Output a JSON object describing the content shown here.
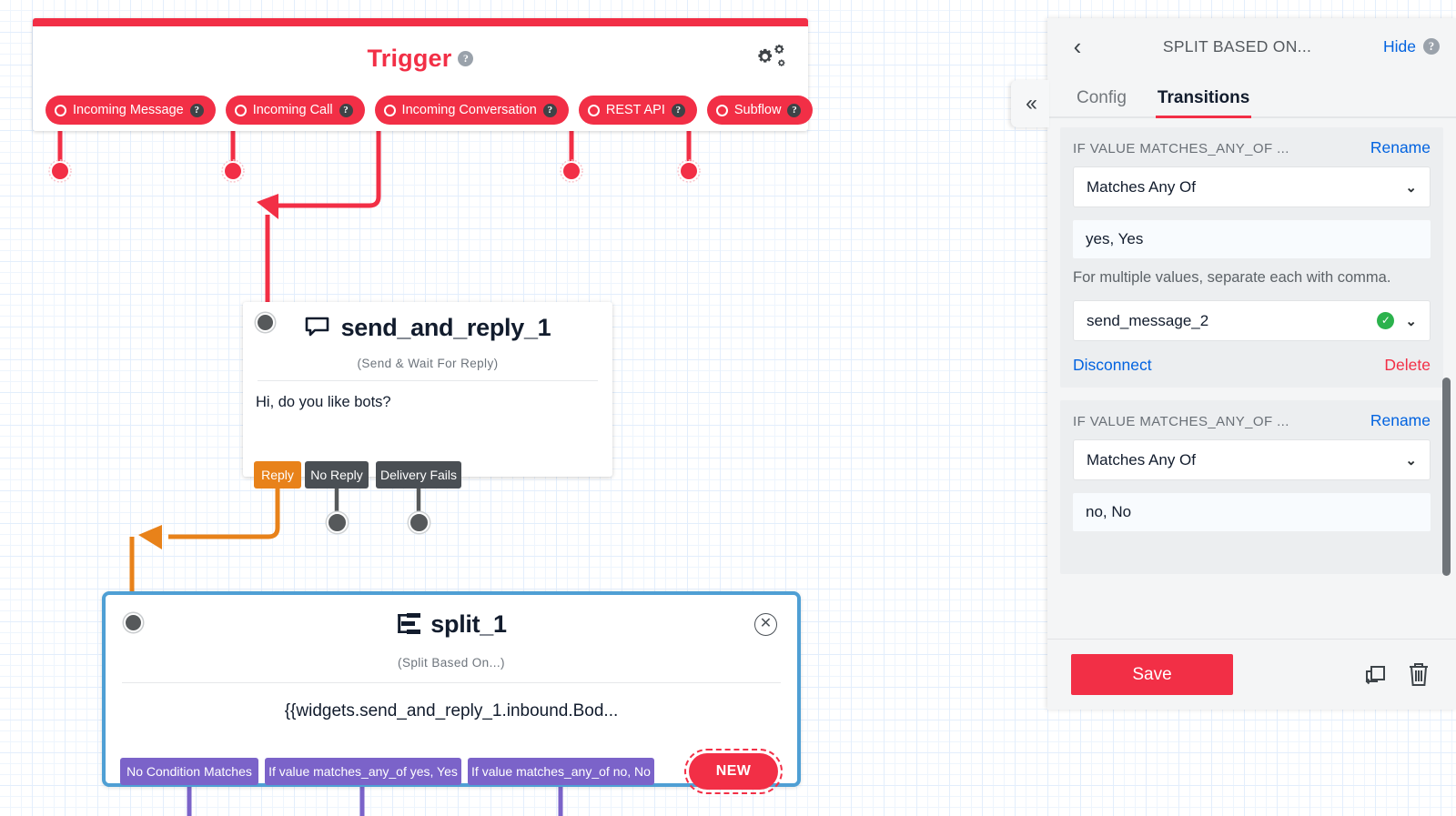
{
  "colors": {
    "brand_red": "#f22f46",
    "orange": "#e8821a",
    "gray_tab": "#4a4f54",
    "purple": "#7b63c9",
    "selected_blue": "#4f9fd4",
    "link_blue": "#0263e0",
    "green_ok": "#2bb24c"
  },
  "trigger": {
    "title": "Trigger",
    "help_icon": "help-icon",
    "settings_icon": "gears-icon",
    "pills": [
      {
        "label": "Incoming Message",
        "icon": "circle-outline-icon",
        "help": "?"
      },
      {
        "label": "Incoming Call",
        "icon": "circle-outline-icon",
        "help": "?"
      },
      {
        "label": "Incoming Conversation",
        "icon": "circle-outline-icon",
        "help": "?"
      },
      {
        "label": "REST API",
        "icon": "circle-outline-icon",
        "help": "?"
      },
      {
        "label": "Subflow",
        "icon": "circle-outline-icon",
        "help": "?"
      }
    ]
  },
  "widgets": {
    "send_and_reply": {
      "title": "send_and_reply_1",
      "icon": "chat-bubble-icon",
      "subtitle": "(Send & Wait For Reply)",
      "body": "Hi, do you like bots?",
      "outputs": [
        {
          "label": "Reply",
          "style": "orange"
        },
        {
          "label": "No Reply",
          "style": "gray"
        },
        {
          "label": "Delivery Fails",
          "style": "gray"
        }
      ]
    },
    "split": {
      "title": "split_1",
      "icon": "split-icon",
      "subtitle": "(Split Based On...)",
      "body": "{{widgets.send_and_reply_1.inbound.Bod...",
      "close_label": "✕",
      "outputs": [
        {
          "label": "No Condition Matches",
          "style": "purple"
        },
        {
          "label": "If value matches_any_of yes, Yes",
          "style": "purple"
        },
        {
          "label": "If value matches_any_of no, No",
          "style": "purple"
        }
      ],
      "new_label": "NEW"
    }
  },
  "panel": {
    "back_icon": "chevron-left-icon",
    "title": "SPLIT BASED ON...",
    "hide_label": "Hide",
    "help_icon": "help-icon",
    "collapse_icon": "double-chevron-left-icon",
    "tabs": [
      {
        "label": "Config",
        "active": false
      },
      {
        "label": "Transitions",
        "active": true
      }
    ],
    "transitions": [
      {
        "label": "IF VALUE MATCHES_ANY_OF ...",
        "rename_label": "Rename",
        "condition": "Matches Any Of",
        "value": "yes, Yes",
        "hint": "For multiple values, separate each with comma.",
        "target": "send_message_2",
        "target_status_icon": "check-circle-icon",
        "disconnect_label": "Disconnect",
        "delete_label": "Delete"
      },
      {
        "label": "IF VALUE MATCHES_ANY_OF ...",
        "rename_label": "Rename",
        "condition": "Matches Any Of",
        "value": "no, No"
      }
    ],
    "footer": {
      "save_label": "Save",
      "copy_icon": "duplicate-icon",
      "delete_icon": "trash-icon"
    }
  }
}
